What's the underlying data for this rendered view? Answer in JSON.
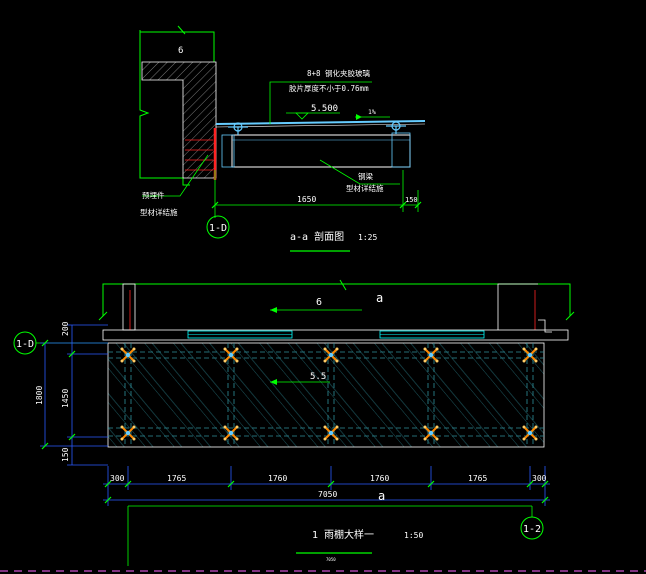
{
  "colors": {
    "bg": "#000000",
    "green": "#00ff00",
    "white": "#ffffff",
    "cyan": "#00ffff",
    "blue": "#2a5bff",
    "red": "#ff2222",
    "orange": "#ff8800",
    "yellow": "#ffff00",
    "glass": "#3fa0a0"
  },
  "section": {
    "dim_6": "6",
    "glass_note_1": "8+8 钢化夹胶玻璃",
    "glass_note_2": "胶片厚度不小于0.76mm",
    "elev": "5.500",
    "slope": "1%",
    "steel_beam_1": "钢梁",
    "steel_beam_2": "型材详结施",
    "embed_1": "预埋件",
    "embed_2": "型材详结施",
    "dim_1650": "1650",
    "dim_150": "150",
    "axis": "1-D",
    "title": "a-a 剖面图",
    "scale": "1:25"
  },
  "plan": {
    "dim_6": "6",
    "cut_a": "a",
    "axis_left": "1-D",
    "axis_right": "1-2",
    "elev": "5.5",
    "dim_200": "200",
    "dim_1800": "1800",
    "dim_1450": "1450",
    "dim_150": "150",
    "bottom_dims": [
      "300",
      "1765",
      "1760",
      "1760",
      "1765",
      "300"
    ],
    "total": "7050",
    "cut_a_bottom": "a",
    "title": "1 雨棚大样一",
    "scale": "1:50",
    "tiny": "7050"
  }
}
